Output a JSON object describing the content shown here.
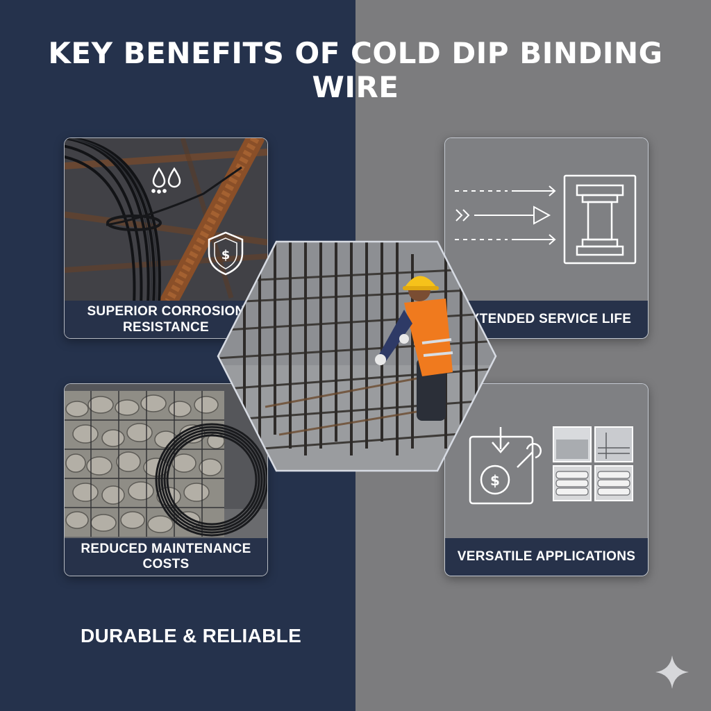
{
  "title": "KEY BENEFITS OF COLD DIP BINDING WIRE",
  "benefits": [
    {
      "label": "SUPERIOR CORROSION",
      "label2": "RESISTANCE",
      "icons": [
        "water-drops-icon",
        "shield-dollar-icon"
      ]
    },
    {
      "label": "EXTENDED SERVICE LIFE",
      "icons": [
        "arrows-right-icon",
        "pillar-icon"
      ]
    },
    {
      "label": "REDUCED MAINTENANCE COSTS",
      "icons": [
        "wire-coil-icon"
      ]
    },
    {
      "label": "VERSATILE APPLICATIONS",
      "icons": [
        "cost-wrench-icon",
        "application-thumbnails"
      ]
    }
  ],
  "footer": "DURABLE & RELIABLE",
  "colors": {
    "left_bg": "#25324c",
    "right_bg": "#7c7c7e",
    "caption_bg": "#27324a",
    "vest": "#f07a1e",
    "helmet": "#f6c21a"
  }
}
